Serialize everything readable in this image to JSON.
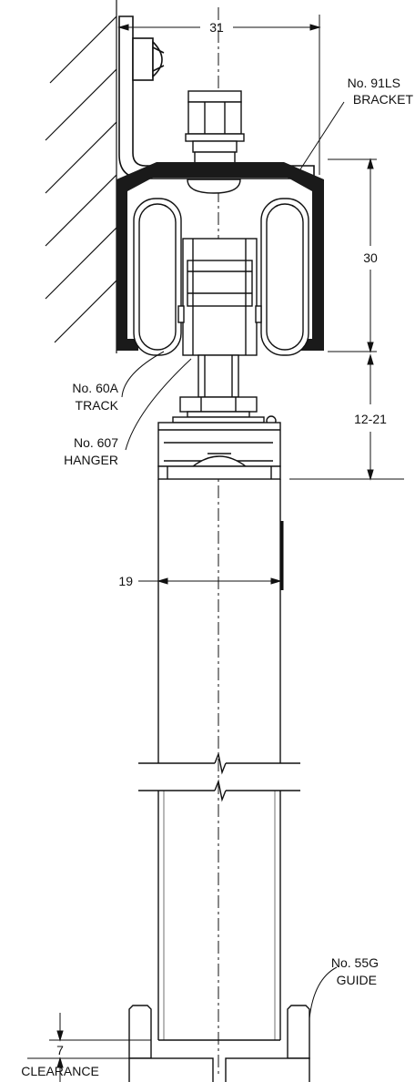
{
  "dimensions": {
    "bracket_width": "31",
    "track_height": "30",
    "hanger_adjust": "12-21",
    "door_thickness": "19",
    "clearance_value": "7",
    "clearance_label": "CLEARANCE"
  },
  "callouts": {
    "bracket_line1": "No. 91LS",
    "bracket_line2": "BRACKET",
    "track_line1": "No. 60A",
    "track_line2": "TRACK",
    "hanger_line1": "No. 607",
    "hanger_line2": "HANGER",
    "guide_line1": "No. 55G",
    "guide_line2": "GUIDE"
  },
  "colors": {
    "ink": "#111111",
    "track_fill": "#1a1a1a"
  }
}
